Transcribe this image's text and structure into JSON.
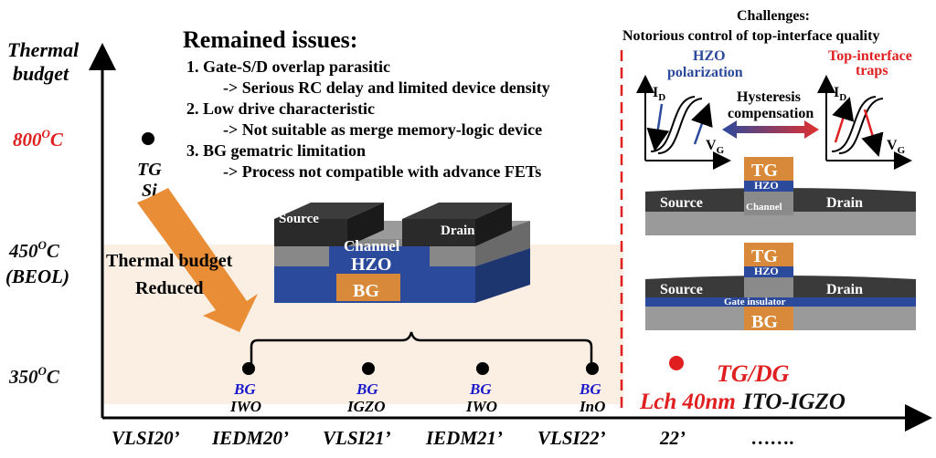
{
  "axis": {
    "y_title_line1": "Thermal",
    "y_title_line2": "budget",
    "ticks": [
      {
        "label": "800",
        "sup": "O",
        "unit": "C",
        "extra": "",
        "color": "#e02020"
      },
      {
        "label": "450",
        "sup": "O",
        "unit": "C",
        "extra": "(BEOL)",
        "color": "#111111"
      },
      {
        "label": "350",
        "sup": "O",
        "unit": "C",
        "extra": "",
        "color": "#111111"
      }
    ],
    "x_labels": [
      "VLSI20’",
      "IEDM20’",
      "VLSI21’",
      "IEDM21’",
      "VLSI22’",
      "22’",
      "……."
    ]
  },
  "points": {
    "tg_si": {
      "line1": "TG",
      "line2": "Si"
    },
    "bg": [
      {
        "gate": "BG",
        "material": "IWO"
      },
      {
        "gate": "BG",
        "material": "IGZO"
      },
      {
        "gate": "BG",
        "material": "IWO"
      },
      {
        "gate": "BG",
        "material": "InO"
      }
    ],
    "this_work": {
      "line1": "TG/DG",
      "line2a": "Lch 40nm",
      "line2b": "ITO-IGZO"
    }
  },
  "arrow_label": {
    "line1": "Thermal budget",
    "line2": "Reduced"
  },
  "issues": {
    "title": "Remained issues:",
    "items": [
      {
        "head": "1. Gate-S/D overlap parasitic",
        "detail": "-> Serious RC delay and limited device density"
      },
      {
        "head": "2. Low drive characteristic",
        "detail": "-> Not suitable as merge memory-logic device"
      },
      {
        "head": "3. BG gematric limitation",
        "detail": "-> Process not compatible with advance FETs"
      }
    ]
  },
  "device3d": {
    "source": "Source",
    "drain": "Drain",
    "channel": "Channel",
    "hzo": "HZO",
    "bg": "BG"
  },
  "challenges": {
    "title": "Challenges:",
    "subtitle": "Notorious control of top-interface quality",
    "left_title_1": "HZO",
    "left_title_2": "polarization",
    "right_title_1": "Top-interface",
    "right_title_2": "traps",
    "mid_1": "Hysteresis",
    "mid_2": "compensation",
    "id_label": "I",
    "id_sub": "D",
    "vg_label": "V",
    "vg_sub": "G"
  },
  "cross1": {
    "tg": "TG",
    "hzo": "HZO",
    "source": "Source",
    "drain": "Drain",
    "channel": "Channel"
  },
  "cross2": {
    "tg": "TG",
    "hzo": "HZO",
    "source": "Source",
    "drain": "Drain",
    "insulator": "Gate insulator",
    "bg": "BG"
  },
  "colors": {
    "red": "#e02020",
    "blue": "#1a1acc",
    "orange": "#e8882c",
    "peach": "#fbeee3",
    "hzo_blue": "#2b4a9c",
    "bg_orange": "#d9893a"
  }
}
